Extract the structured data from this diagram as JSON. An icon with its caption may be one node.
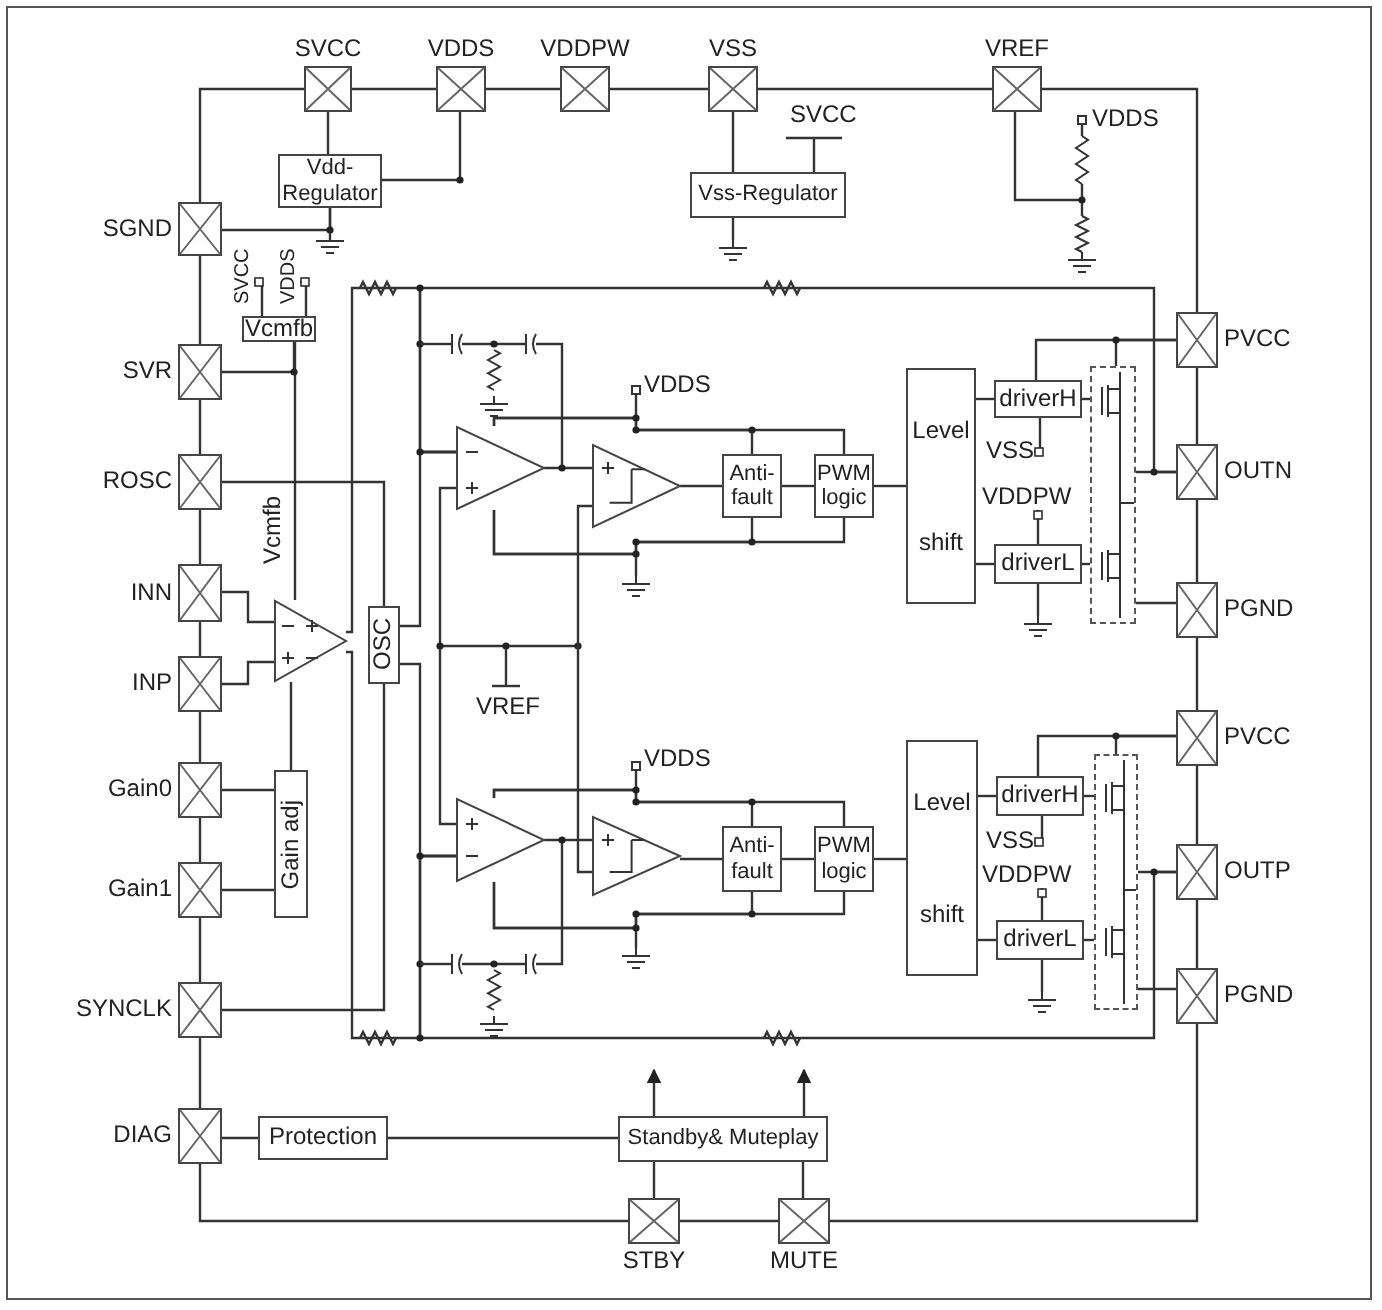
{
  "diagram": {
    "nodes": [
      {
        "text": [
          "SVCC"
        ]
      },
      {
        "text": [
          "VDDS"
        ]
      },
      {
        "text": [
          "VDDPW"
        ]
      },
      {
        "text": [
          "VSS"
        ]
      },
      {
        "text": [
          "VREF"
        ]
      },
      {
        "text": [
          "SGND"
        ]
      },
      {
        "text": [
          "SVR"
        ]
      },
      {
        "text": [
          "ROSC"
        ]
      },
      {
        "text": [
          "INN"
        ]
      },
      {
        "text": [
          "INP"
        ]
      },
      {
        "text": [
          "Gain0"
        ]
      },
      {
        "text": [
          "Gain1"
        ]
      },
      {
        "text": [
          "SYNCLK"
        ]
      },
      {
        "text": [
          "DIAG"
        ]
      },
      {
        "text": [
          "PVCC"
        ]
      },
      {
        "text": [
          "OUTN"
        ]
      },
      {
        "text": [
          "PGND"
        ]
      },
      {
        "text": [
          "PVCC"
        ]
      },
      {
        "text": [
          "OUTP"
        ]
      },
      {
        "text": [
          "PGND"
        ]
      },
      {
        "text": [
          "STBY"
        ]
      },
      {
        "text": [
          "MUTE"
        ]
      },
      {
        "text": [
          "Vdd-Regulator"
        ]
      },
      {
        "text": [
          "Vss-Regulator"
        ]
      },
      {
        "text": [
          "Vcmfb"
        ]
      },
      {
        "text": [
          "OSC"
        ]
      },
      {
        "text": [
          "Gain adj"
        ]
      },
      {
        "text": [],
        "shape": "triangle"
      },
      {
        "text": [],
        "shape": "triangle"
      },
      {
        "text": [],
        "shape": "triangle"
      },
      {
        "text": [
          "Anti-fault"
        ]
      },
      {
        "text": [
          "PWM logic"
        ]
      },
      {
        "text": [
          "Level shift"
        ]
      },
      {
        "text": [
          "driverH"
        ]
      },
      {
        "text": [
          "driverL"
        ]
      },
      {
        "text": [],
        "shape": "box"
      },
      {
        "text": [],
        "shape": "triangle"
      },
      {
        "text": [],
        "shape": "triangle"
      },
      {
        "text": [
          "Anti-fault"
        ]
      },
      {
        "text": [
          "PWM logic"
        ]
      },
      {
        "text": [
          "Level shift"
        ]
      },
      {
        "text": [
          "driverH"
        ]
      },
      {
        "text": [
          "driverL"
        ]
      },
      {
        "text": [],
        "shape": "box"
      },
      {
        "text": [
          "Protection"
        ]
      },
      {
        "text": [
          "Standby& Muteplay"
        ]
      },
      {
        "text": [
          "SVCC"
        ]
      },
      {
        "text": [
          "VDDS"
        ]
      },
      {
        "text": [
          "VSS"
        ]
      },
      {
        "text": [
          "VDDPW"
        ]
      },
      {
        "text": [
          "VSS"
        ]
      },
      {
        "text": [
          "VDDPW"
        ]
      },
      {
        "text": [],
        "shape": "ground"
      }
    ],
    "edges": [
      {
        "from": 0,
        "to": 1,
        "arrow": "none"
      },
      {
        "from": 1,
        "to": 2,
        "arrow": "none"
      },
      {
        "from": 2,
        "to": 3,
        "arrow": "none"
      },
      {
        "from": 3,
        "to": 4,
        "arrow": "none"
      },
      {
        "from": 4,
        "to": 14,
        "arrow": "none"
      },
      {
        "from": 14,
        "to": 15,
        "arrow": "none"
      },
      {
        "from": 15,
        "to": 16,
        "arrow": "none"
      },
      {
        "from": 16,
        "to": 17,
        "arrow": "none"
      },
      {
        "from": 17,
        "to": 18,
        "arrow": "none"
      },
      {
        "from": 18,
        "to": 19,
        "arrow": "none"
      },
      {
        "from": 19,
        "to": 21,
        "arrow": "none"
      },
      {
        "from": 21,
        "to": 20,
        "arrow": "none"
      },
      {
        "from": 20,
        "to": 13,
        "arrow": "none"
      },
      {
        "from": 13,
        "to": 12,
        "arrow": "none"
      },
      {
        "from": 12,
        "to": 11,
        "arrow": "none"
      },
      {
        "from": 11,
        "to": 10,
        "arrow": "none"
      },
      {
        "from": 10,
        "to": 9,
        "arrow": "none"
      },
      {
        "from": 9,
        "to": 8,
        "arrow": "none"
      },
      {
        "from": 8,
        "to": 7,
        "arrow": "none"
      },
      {
        "from": 7,
        "to": 6,
        "arrow": "none"
      },
      {
        "from": 6,
        "to": 5,
        "arrow": "none"
      },
      {
        "from": 5,
        "to": 0,
        "arrow": "none"
      },
      {
        "from": 0,
        "to": 22,
        "arrow": "none"
      },
      {
        "from": 1,
        "to": 22,
        "arrow": "none"
      },
      {
        "from": 5,
        "to": 22,
        "arrow": "none"
      },
      {
        "from": 3,
        "to": 23,
        "arrow": "none"
      },
      {
        "from": 6,
        "to": 24,
        "arrow": "none"
      },
      {
        "from": 24,
        "to": 27,
        "arrow": "none"
      },
      {
        "from": 7,
        "to": 25,
        "arrow": "none"
      },
      {
        "from": 8,
        "to": 27,
        "arrow": "none"
      },
      {
        "from": 9,
        "to": 27,
        "arrow": "none"
      },
      {
        "from": 10,
        "to": 26,
        "arrow": "none"
      },
      {
        "from": 11,
        "to": 26,
        "arrow": "none"
      },
      {
        "from": 26,
        "to": 27,
        "arrow": "none"
      },
      {
        "from": 12,
        "to": 25,
        "arrow": "none"
      },
      {
        "from": 27,
        "to": 28,
        "arrow": "none"
      },
      {
        "from": 27,
        "to": 36,
        "arrow": "none"
      },
      {
        "from": 15,
        "to": 28,
        "arrow": "none"
      },
      {
        "from": 18,
        "to": 36,
        "arrow": "none"
      },
      {
        "from": 28,
        "to": 29,
        "arrow": "none"
      },
      {
        "from": 29,
        "to": 30,
        "arrow": "none"
      },
      {
        "from": 30,
        "to": 31,
        "arrow": "none"
      },
      {
        "from": 31,
        "to": 32,
        "arrow": "none"
      },
      {
        "from": 32,
        "to": 33,
        "arrow": "none"
      },
      {
        "from": 32,
        "to": 34,
        "arrow": "none"
      },
      {
        "from": 33,
        "to": 35,
        "arrow": "none"
      },
      {
        "from": 34,
        "to": 35,
        "arrow": "none"
      },
      {
        "from": 35,
        "to": 14,
        "arrow": "none"
      },
      {
        "from": 35,
        "to": 15,
        "arrow": "none"
      },
      {
        "from": 35,
        "to": 16,
        "arrow": "none"
      },
      {
        "from": 36,
        "to": 37,
        "arrow": "none"
      },
      {
        "from": 37,
        "to": 38,
        "arrow": "none"
      },
      {
        "from": 38,
        "to": 39,
        "arrow": "none"
      },
      {
        "from": 39,
        "to": 40,
        "arrow": "none"
      },
      {
        "from": 40,
        "to": 41,
        "arrow": "none"
      },
      {
        "from": 40,
        "to": 42,
        "arrow": "none"
      },
      {
        "from": 41,
        "to": 43,
        "arrow": "none"
      },
      {
        "from": 42,
        "to": 43,
        "arrow": "none"
      },
      {
        "from": 43,
        "to": 17,
        "arrow": "none"
      },
      {
        "from": 43,
        "to": 18,
        "arrow": "none"
      },
      {
        "from": 43,
        "to": 19,
        "arrow": "none"
      },
      {
        "from": 13,
        "to": 44,
        "arrow": "none"
      },
      {
        "from": 44,
        "to": 45,
        "arrow": "none"
      },
      {
        "from": 20,
        "to": 45,
        "arrow": "none"
      },
      {
        "from": 21,
        "to": 45,
        "arrow": "none"
      },
      {
        "from": 45,
        "to": null,
        "arrow": "to"
      },
      {
        "from": 45,
        "to": null,
        "arrow": "to"
      },
      {
        "from": 28,
        "to": 30,
        "arrow": "none"
      },
      {
        "from": 28,
        "to": 31,
        "arrow": "none"
      },
      {
        "from": 28,
        "to": 30,
        "arrow": "none"
      },
      {
        "from": 28,
        "to": 31,
        "arrow": "none"
      },
      {
        "from": 36,
        "to": 38,
        "arrow": "none"
      },
      {
        "from": 36,
        "to": 39,
        "arrow": "none"
      },
      {
        "from": 36,
        "to": 38,
        "arrow": "none"
      },
      {
        "from": 36,
        "to": 39,
        "arrow": "none"
      },
      {
        "from": 25,
        "to": 28,
        "arrow": "none"
      },
      {
        "from": 25,
        "to": 36,
        "arrow": "none"
      },
      {
        "from": 33,
        "to": 14,
        "arrow": "none"
      },
      {
        "from": 41,
        "to": 17,
        "arrow": "none"
      },
      {
        "from": 46,
        "to": 24,
        "arrow": "other"
      },
      {
        "from": 47,
        "to": 24,
        "arrow": "other"
      },
      {
        "from": 48,
        "to": 33,
        "arrow": "other"
      },
      {
        "from": 49,
        "to": 34,
        "arrow": "other"
      },
      {
        "from": 50,
        "to": 41,
        "arrow": "other"
      },
      {
        "from": 51,
        "to": 42,
        "arrow": "other"
      },
      {
        "from": 22,
        "to": 52,
        "arrow": "none"
      }
    ],
    "labels": [
      "SVCC",
      "VDDS",
      "VDDS",
      "Vcmfb",
      "VREF",
      "VDDS"
    ]
  }
}
